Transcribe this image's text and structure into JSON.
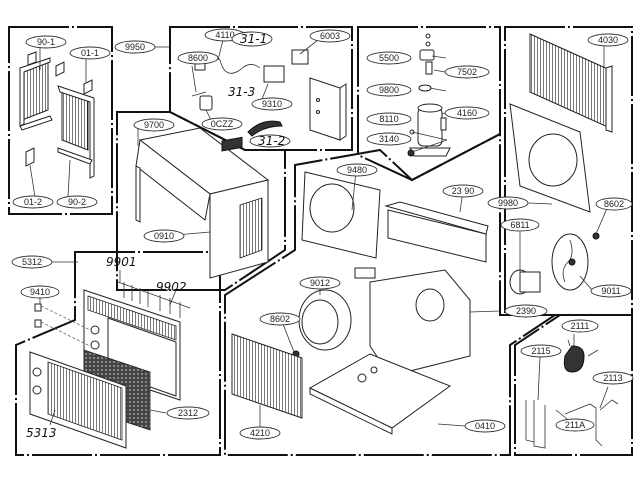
{
  "diagram": {
    "title": "Air conditioner exploded parts diagram",
    "sections": [
      {
        "id": "side-curtains",
        "parts": [
          "90-1",
          "01-1",
          "01-2",
          "90-2"
        ]
      },
      {
        "id": "electrical",
        "parts": [
          "9950",
          "4110",
          "31-1",
          "6003",
          "8600",
          "31-3",
          "9310",
          "0CZZ",
          "31-2"
        ]
      },
      {
        "id": "compressor",
        "parts": [
          "5500",
          "7502",
          "9800",
          "4160",
          "8110",
          "3140"
        ]
      },
      {
        "id": "outdoor-coil-fan",
        "parts": [
          "4030",
          "9980",
          "8602",
          "6811",
          "9011"
        ]
      },
      {
        "id": "cabinet",
        "parts": [
          "9700",
          "0910"
        ]
      },
      {
        "id": "front-grille",
        "parts": [
          "5312",
          "9901",
          "9410",
          "9902",
          "2312",
          "5313"
        ]
      },
      {
        "id": "base-indoor",
        "parts": [
          "9480",
          "2390",
          "2390",
          "9012",
          "8602",
          "4210",
          "0410"
        ]
      },
      {
        "id": "tubing",
        "parts": [
          "2111",
          "2115",
          "2113",
          "211A"
        ]
      }
    ],
    "labels": {
      "l_90_1": "90-1",
      "l_01_1": "01-1",
      "l_01_2": "01-2",
      "l_90_2": "90-2",
      "l_9950": "9950",
      "l_4110": "4110",
      "l_31_1": "31-1",
      "l_6003": "6003",
      "l_8600": "8600",
      "l_31_3": "31-3",
      "l_9310": "9310",
      "l_0CZZ": "0CZZ",
      "l_31_2": "31-2",
      "l_5500": "5500",
      "l_7502": "7502",
      "l_9800": "9800",
      "l_4160": "4160",
      "l_8110": "8110",
      "l_3140": "3140",
      "l_4030": "4030",
      "l_9980": "9980",
      "l_8602a": "8602",
      "l_6811": "6811",
      "l_9011": "9011",
      "l_9700": "9700",
      "l_0910": "0910",
      "l_9480": "9480",
      "l_2390a": "23 90",
      "l_2390b": "2390",
      "l_5312": "5312",
      "l_9901": "9901",
      "l_9902": "9902",
      "l_9410": "9410",
      "l_2312": "2312",
      "l_5313": "5313",
      "l_9012": "9012",
      "l_8602b": "8602",
      "l_4210": "4210",
      "l_0410": "0410",
      "l_2111": "2111",
      "l_2115": "2115",
      "l_2113": "2113",
      "l_211A": "211A"
    }
  }
}
